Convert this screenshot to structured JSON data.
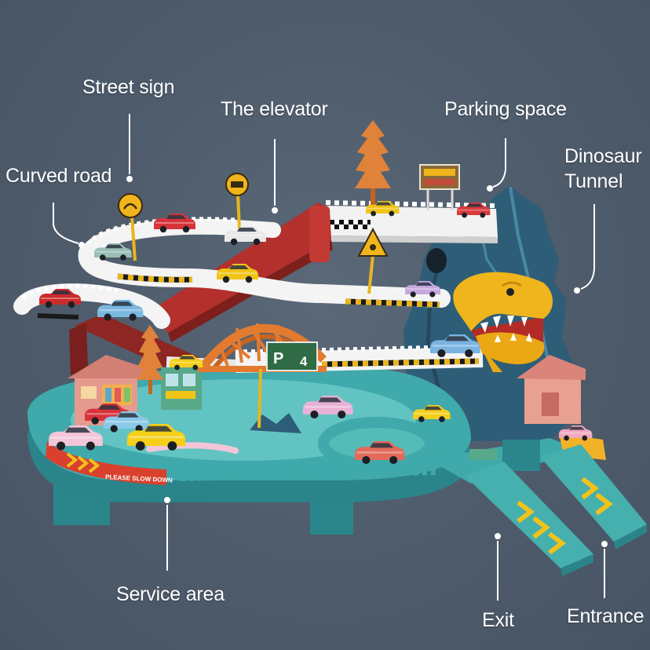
{
  "colors": {
    "background": "#4e5b6b",
    "label": "#ffffff",
    "base_teal": "#3fa9ab",
    "track_white": "#f4f4f4",
    "ramp_red": "#b3302c",
    "mountain_blue": "#2e5d78",
    "dino_yellow": "#f0b51c",
    "bridge_orange": "#e27b2f"
  },
  "labels": {
    "street_sign": "Street sign",
    "elevator": "The elevator",
    "parking_space": "Parking space",
    "curved_road": "Curved road",
    "dinosaur_tunnel_line1": "Dinosaur",
    "dinosaur_tunnel_line2": "Tunnel",
    "service_area": "Service area",
    "exit": "Exit",
    "entrance": "Entrance"
  },
  "toy_text": {
    "base_stripe": "PLEASE SLOW DOWN",
    "parking_sign_letter": "P",
    "parking_sign_number": "4"
  }
}
